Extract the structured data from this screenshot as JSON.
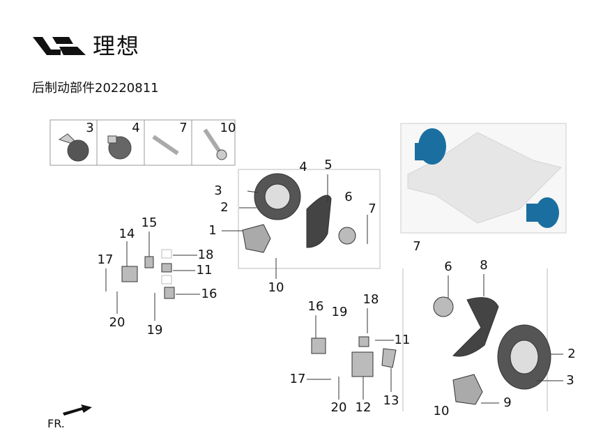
{
  "brand": {
    "name": "理想"
  },
  "title": "后制动部件20220811",
  "fastener_box": {
    "labels": [
      "3",
      "4",
      "7",
      "10"
    ]
  },
  "main_assembly": {
    "labels": [
      "4",
      "5",
      "3",
      "2",
      "6",
      "7",
      "1",
      "10"
    ]
  },
  "left_caliper_group": {
    "labels": [
      "15",
      "14",
      "17",
      "18",
      "11",
      "16",
      "20",
      "19"
    ]
  },
  "overview_photo": {
    "label": "7"
  },
  "right_assembly": {
    "labels": [
      "6",
      "8",
      "2",
      "3",
      "9",
      "10"
    ]
  },
  "center_caliper_group": {
    "labels": [
      "16",
      "19",
      "18",
      "11",
      "17",
      "20",
      "12",
      "13"
    ]
  },
  "direction": {
    "label": "FR."
  },
  "colors": {
    "highlight": "#1a6fa0",
    "line": "#333333",
    "frame": "#999999"
  }
}
